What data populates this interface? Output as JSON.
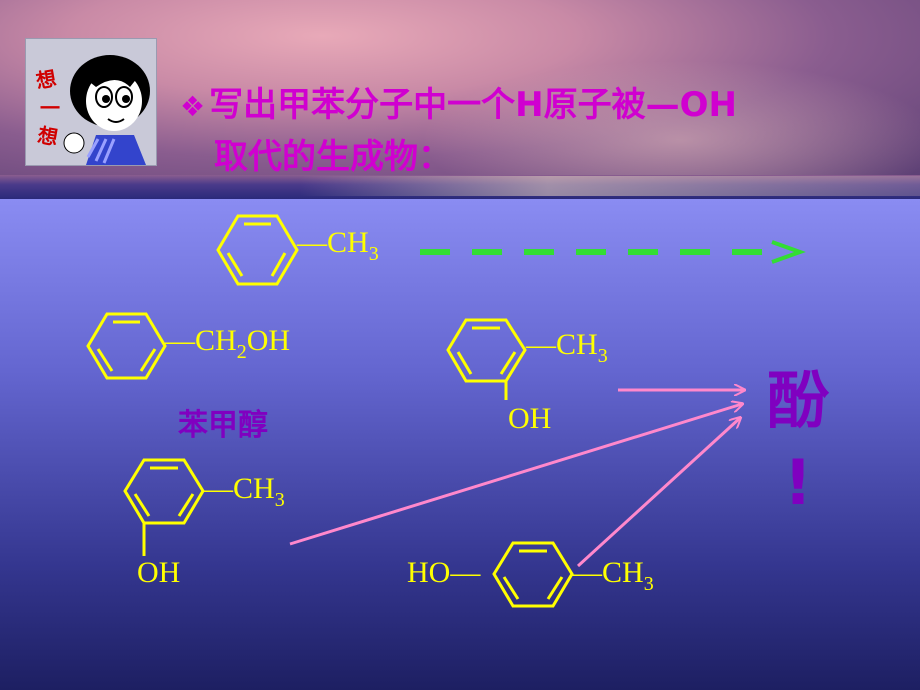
{
  "think_label": "想一想",
  "title": {
    "bullet": "❖",
    "line1": "写出甲苯分子中一个H原子被—OH",
    "line2": "取代的生成物："
  },
  "toluene": {
    "sub": "—CH",
    "n": "3"
  },
  "benzyl_alcohol": {
    "pre": "—CH",
    "n": "2",
    "post": "OH",
    "name": "苯甲醇"
  },
  "o_cresol": {
    "ch3": "—CH",
    "n": "3",
    "oh": "OH"
  },
  "m_cresol": {
    "ch3": "—CH",
    "n": "3",
    "oh": "OH"
  },
  "p_cresol": {
    "ho": "HO—",
    "ch3": "—CH",
    "n": "3"
  },
  "conclusion": {
    "word": "酚",
    "mark": "!"
  },
  "colors": {
    "yellow": "#ffff00",
    "green_dash": "#33dd33",
    "pink_arrow": "#ff88cc",
    "purple": "#8000c0",
    "magenta": "#d000d0"
  }
}
